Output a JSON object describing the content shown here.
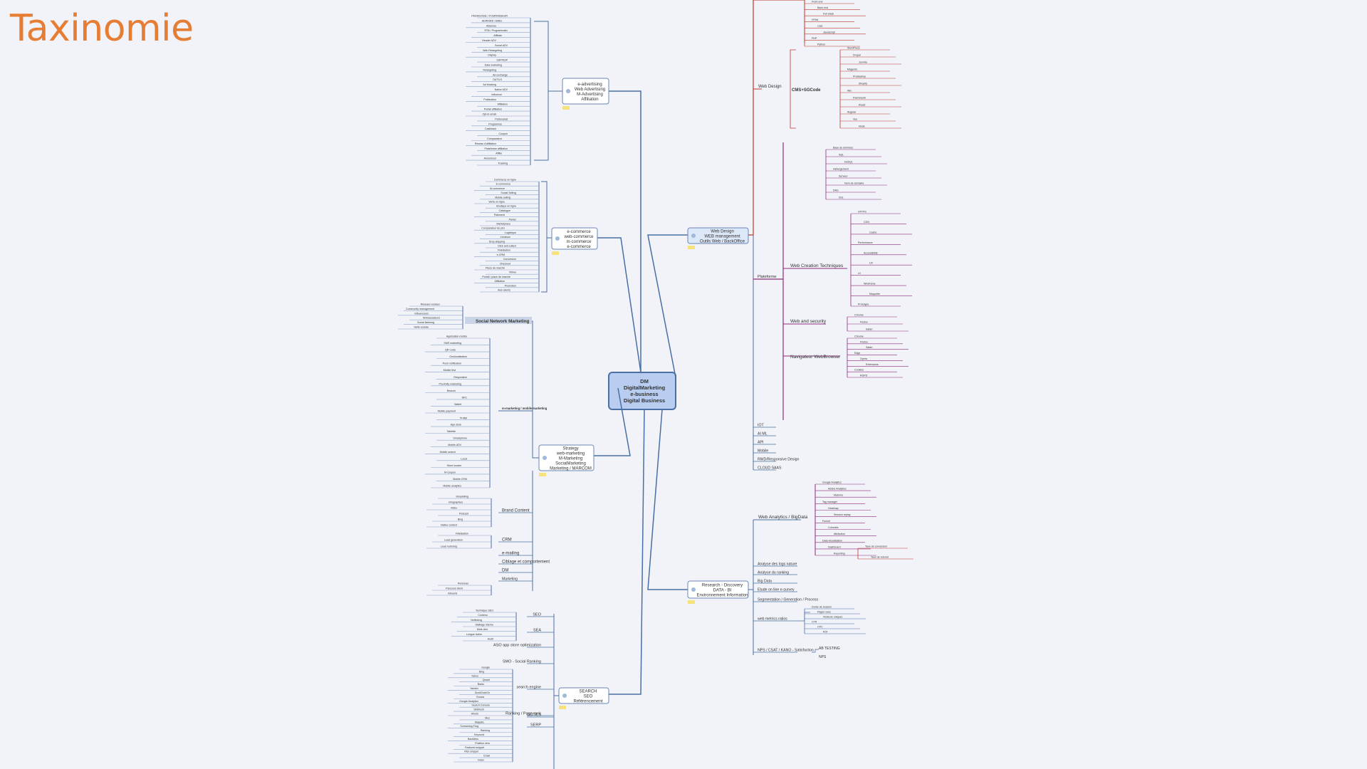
{
  "page": {
    "title": "Taxinomie"
  },
  "colors": {
    "title": "#e57e34",
    "blue_line": "#4a6fa5",
    "red_line": "#c0392b",
    "purple_line": "#8e2a7c",
    "node_fill": "#ffffff",
    "center_fill": "#b8cdf0"
  },
  "center": {
    "lines": [
      "DM",
      "DigitalMarketing",
      "e-business",
      "Digital Business"
    ]
  },
  "branches": [
    {
      "id": "advertising",
      "lines": [
        "e-advertising",
        "Web Advertising",
        "M-Advertising",
        "Affiliation"
      ],
      "icon": "tag-icon"
    },
    {
      "id": "commerce",
      "lines": [
        "e-commerce",
        "web-commerce",
        "m-commerce",
        "e-commerce"
      ],
      "icon": "cart-icon"
    },
    {
      "id": "strategy",
      "lines": [
        "Strategy",
        "web-marketing",
        "M-Marketing",
        "SocialMarketing",
        "Marketing / MARCOM"
      ],
      "icon": "target-icon"
    },
    {
      "id": "search",
      "lines": [
        "SEARCH",
        "SEO",
        "Référencement"
      ],
      "icon": "search-icon"
    },
    {
      "id": "webdesign",
      "lines": [
        "Web Design",
        "WEB management",
        "Outils Web / BackOffice"
      ],
      "icon": "computer-icon"
    },
    {
      "id": "analytics",
      "lines": [
        "Research - Discovery",
        "DATA - BI",
        "Environnement Information"
      ],
      "icon": "person-icon"
    }
  ],
  "labels": {
    "social_network": "Social Network Marketing",
    "mobile_marketing": "m-marketing / mobile marketing",
    "brand_content": "Brand Content",
    "crm": "CRM",
    "emailing": "e-mailing",
    "ciblage": "Ciblage et comportement",
    "dm": "DM",
    "marketing": "Marketing",
    "seo": "SEO",
    "sea": "SEA",
    "aso": "ASO app store optimization",
    "smo": "SMO - Social Ranking",
    "outils": "OUTILS",
    "serp": "SERP",
    "ranking": "Ranking / Page rank",
    "search_engine": "search engine",
    "web_design": "Web Design",
    "cms": "CMS+SGCode",
    "plateforme": "Plateforme",
    "web_creation": "Web Creation Techniques",
    "web_security": "Web and security",
    "navigateur": "Navigateur WebBrowser",
    "iot": "IOT",
    "ai_ml": "AI ML",
    "api": "API",
    "mobile": "Mobile",
    "responsive": "RWD/Responsive Design",
    "cloud": "CLOUD SAAS",
    "web_analytics": "Web Analytics / BigData",
    "analyse_logs": "Analyse des logs nature",
    "analyse_ranking": "Analyse du ranking",
    "big_data": "Big Data",
    "etude": "Etude on line e-survey",
    "segmentation": "Segmentation / Generation / Process",
    "metrics": "web metrics ratios",
    "ab_testing": "AB TESTING",
    "kpi": "NPS / CSAT / KANO - Satisfaction",
    "nps": "NPS"
  },
  "small_labels": {
    "adv": [
      "PEDAGOGIE / FOURNISSEUR",
      "ADWORD / BING",
      "Adsense",
      "RTB / Programmatic",
      "Affiliate",
      "Header ADV",
      "Social ADV",
      "Web Retargeting",
      "Display",
      "SSP/DSP",
      "Data marketing",
      "Retargeting",
      "Ad exchange",
      "OUTILS",
      "Ad blocking",
      "Native ADV",
      "Influence",
      "Publication",
      "Affiliation",
      "Portail affiliation",
      "Opt-in email",
      "Partenariat",
      "Programme",
      "Cashback",
      "Coupon",
      "Comparateur",
      "Réseau d'affiliation",
      "Plateforme affiliation",
      "Affilié",
      "Annonceur",
      "Tracking"
    ],
    "com": [
      "Commerce en ligne",
      "E-commerce",
      "M-commerce",
      "Social Selling",
      "Mobile selling",
      "Vente en ligne",
      "Boutique en ligne",
      "Catalogue",
      "Paiement",
      "Panier",
      "Marketplace",
      "Comparateur de prix",
      "Logistique",
      "Livraison",
      "Drop shipping",
      "Click and collect",
      "Fidélisation",
      "e-CRM",
      "Conversion",
      "Checkout",
      "Place de marché",
      "Vitrine",
      "Portail / place de marché",
      "Affiliation",
      "Promotion",
      "Avis clients"
    ],
    "social": [
      "Réseaux sociaux",
      "Community management",
      "Influenceurs",
      "Ambassadeurs",
      "Social listening",
      "Veille sociale"
    ],
    "mobile": [
      "Application mobile",
      "SMS marketing",
      "QR Code",
      "Geolocalisation",
      "Push notification",
      "Mobile first",
      "Responsive",
      "Proximity marketing",
      "Beacon",
      "NFC",
      "Wallet",
      "Mobile payment",
      "In-app",
      "App store",
      "Tablette",
      "Smartphone",
      "Mobile ADV",
      "Mobile search",
      "Local",
      "Store locator",
      "M-coupon",
      "Mobile CRM",
      "Mobile analytics"
    ],
    "brand": [
      "Storytelling",
      "Infographies",
      "Vidéo",
      "Podcast",
      "Blog",
      "Native content"
    ],
    "crm": [
      "Fidélisation",
      "Lead generation",
      "Lead nurturing"
    ],
    "mkt": [
      "Personas",
      "Parcours client",
      "Inbound"
    ],
    "seo": [
      "Technique SEO",
      "Contenu",
      "Netlinking",
      "Maillage interne",
      "Mots clés",
      "Longue traîne",
      "Audit"
    ],
    "outils": [
      "Google",
      "Bing",
      "Yahoo",
      "Qwant",
      "Baidu",
      "Yandex",
      "DuckDuckGo",
      "Ecosia",
      "Google Analytics",
      "Search Console",
      "SEMrush",
      "Ahrefs",
      "Moz",
      "Majestic",
      "Screaming Frog",
      "Ranking",
      "Keyword",
      "Backlinks",
      "Position zéro",
      "Featured snippet",
      "Rich snippet",
      "Crawl",
      "Index"
    ],
    "web": [
      "Front end",
      "Back end",
      "Full stack",
      "HTML",
      "CSS",
      "JavaScript",
      "PHP",
      "Python",
      "WordPress",
      "Drupal",
      "Joomla",
      "Magento",
      "Prestashop",
      "Shopify",
      "Wix",
      "Framework",
      "React",
      "Angular",
      "Vue",
      "Node",
      "Base de données",
      "SQL",
      "NoSQL",
      "Hébergement",
      "Serveur",
      "Nom de domaine",
      "DNS",
      "SSL",
      "HTTPS",
      "CDN",
      "Cache",
      "Performance",
      "Accessibilité",
      "UX",
      "UI",
      "Wireframe",
      "Maquette",
      "Prototype",
      "Chrome",
      "Firefox",
      "Safari",
      "Edge",
      "Opera",
      "Extensions",
      "Cookies",
      "RGPD"
    ],
    "analytics": [
      "Google Analytics",
      "Adobe Analytics",
      "Matomo",
      "Tag manager",
      "Heatmap",
      "Session replay",
      "Funnel",
      "Cohortes",
      "Attribution",
      "Data visualisation",
      "Dashboard",
      "Reporting",
      "Taux de conversion",
      "Taux de rebond",
      "Durée de session",
      "Pages vues",
      "Visiteurs uniques",
      "CTR",
      "CPC",
      "ROI"
    ]
  }
}
